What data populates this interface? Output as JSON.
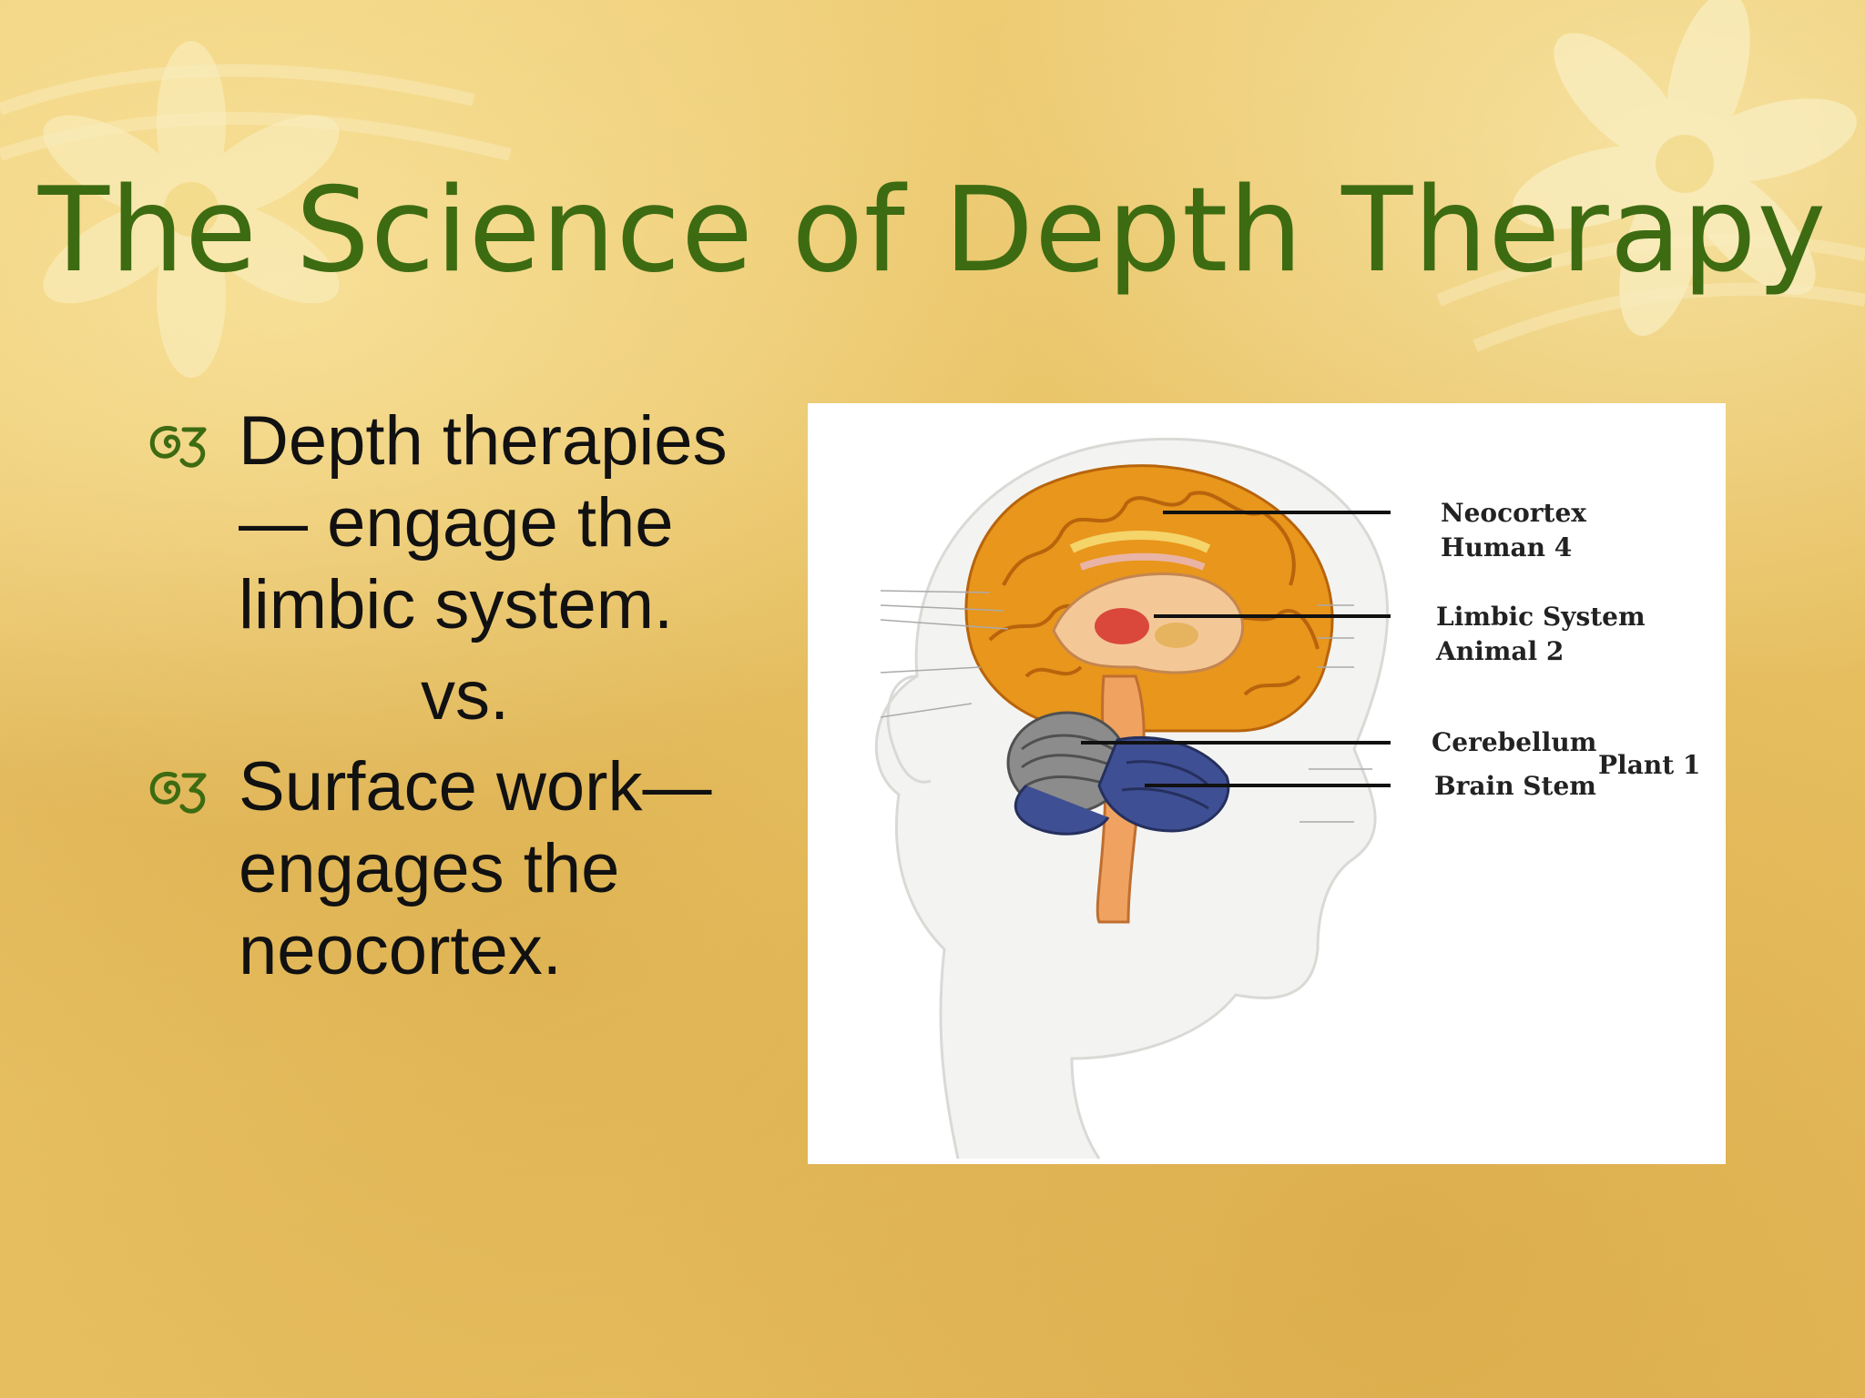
{
  "slide": {
    "title": "The Science of Depth Therapy",
    "bullets": [
      {
        "lines": [
          "Depth therapies",
          "— engage the",
          "limbic system."
        ]
      },
      {
        "lines": [
          "Surface work—",
          "engages the",
          "neocortex."
        ]
      }
    ],
    "separator": "vs."
  },
  "diagram": {
    "labels": {
      "neocortex": "Neocortex",
      "human": "Human  4",
      "limbic": "Limbic System",
      "animal": "Animal    2",
      "cerebellum": "Cerebellum",
      "brain_stem": "Brain Stem",
      "plant": "Plant 1"
    }
  },
  "colors": {
    "title": "#3d6b12",
    "bullet_mark": "#3d6b12",
    "text": "#111111",
    "cortex": "#e8961c",
    "cerebellum": "#3f4f94"
  },
  "icons": {
    "bullet": "ornate-bullet-icon"
  }
}
